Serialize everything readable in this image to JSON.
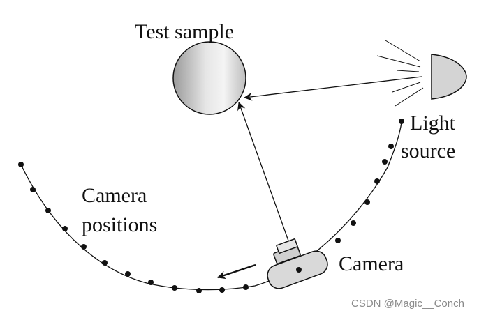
{
  "labels": {
    "test_sample": "Test sample",
    "light_line1": "Light",
    "light_line2": "source",
    "camera_positions_line1": "Camera",
    "camera_positions_line2": "positions",
    "camera": "Camera"
  },
  "watermark": "CSDN @Magic__Conch",
  "colors": {
    "ink": "#111111",
    "background": "#ffffff",
    "sphere_light": "#f2f2f2",
    "sphere_dark": "#8c8c8c",
    "camera_body": "#d9d9d9",
    "lamp_fill": "#d4d4d4",
    "watermark": "#8a8a8a"
  },
  "icons": {
    "sample": "sphere-icon",
    "light": "lamp-icon",
    "camera": "camera-icon",
    "direction": "arrow-left-icon"
  }
}
